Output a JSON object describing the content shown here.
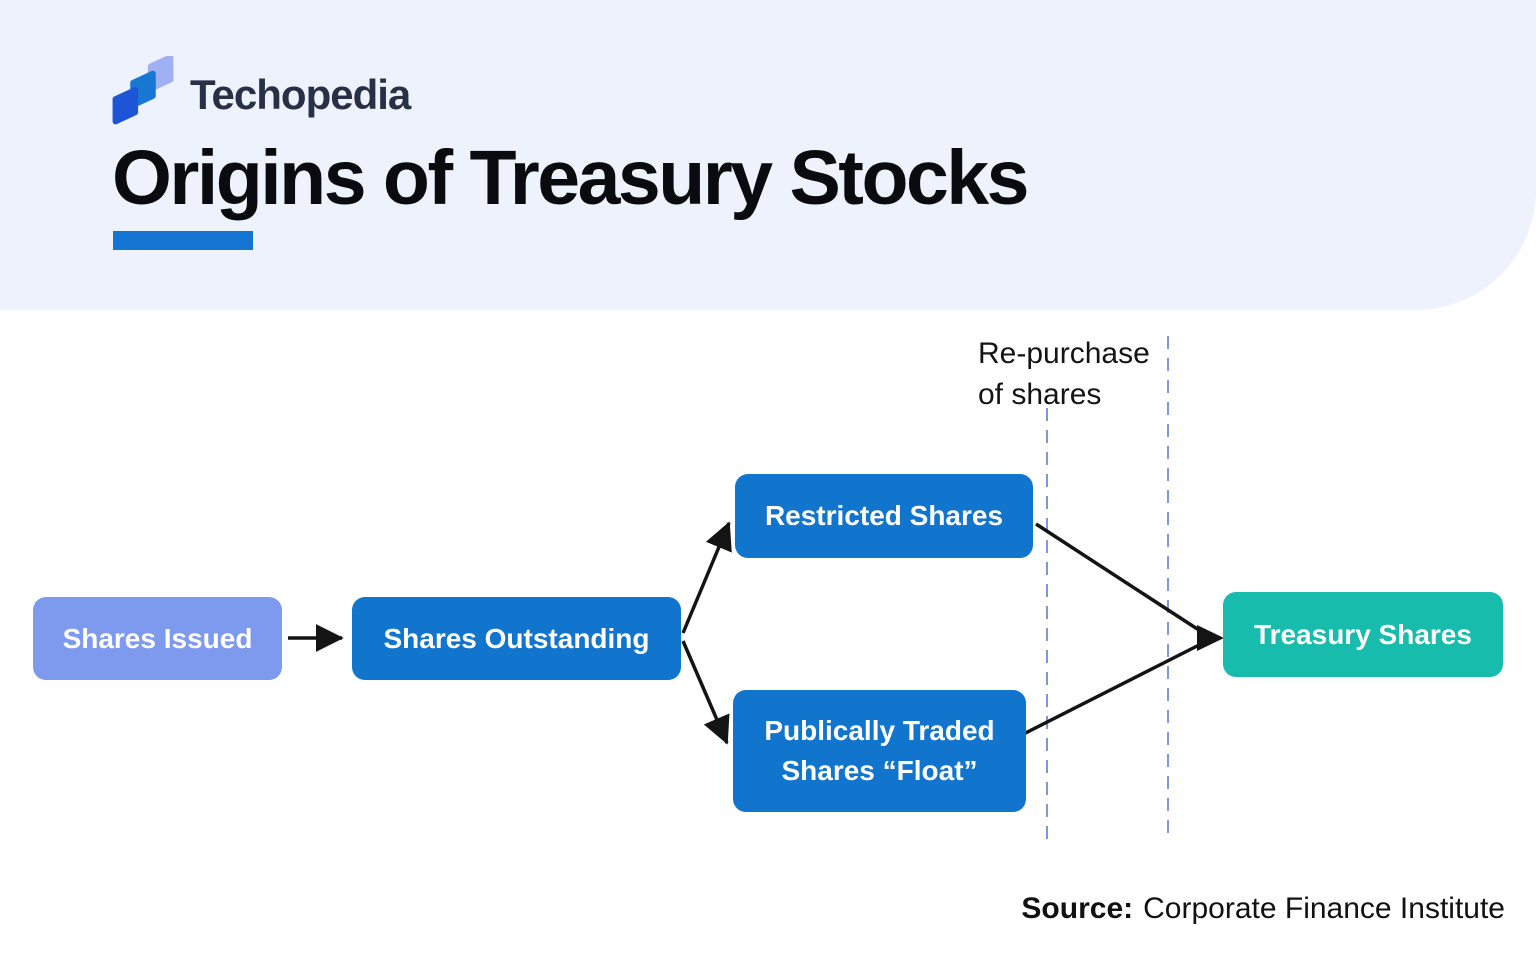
{
  "brand": {
    "name": "Techopedia"
  },
  "header": {
    "title": "Origins of Treasury Stocks"
  },
  "diagram": {
    "nodes": {
      "shares_issued": {
        "label": "Shares Issued"
      },
      "shares_outstanding": {
        "label": "Shares Outstanding"
      },
      "restricted": {
        "label": "Restricted Shares"
      },
      "publically_traded": {
        "label": "Publically Traded Shares “Float”"
      },
      "treasury": {
        "label": "Treasury Shares"
      }
    },
    "annotation": {
      "line1": "Re-purchase",
      "line2": "of shares"
    }
  },
  "footer": {
    "source_label": "Source:",
    "source_text": "Corporate Finance Institute"
  },
  "colors": {
    "header-bg": "#EEF2FC",
    "accent-bar": "#1476D2",
    "node-light-blue": "#7E9AEF",
    "node-blue": "#1175CE",
    "node-teal": "#17BCAC",
    "dashed-line": "#8595DC",
    "arrow": "#141414",
    "logo-dark": "#1E55D6",
    "logo-mid": "#1778D3",
    "logo-light": "#9FB0F4",
    "wordmark": "#283046"
  }
}
